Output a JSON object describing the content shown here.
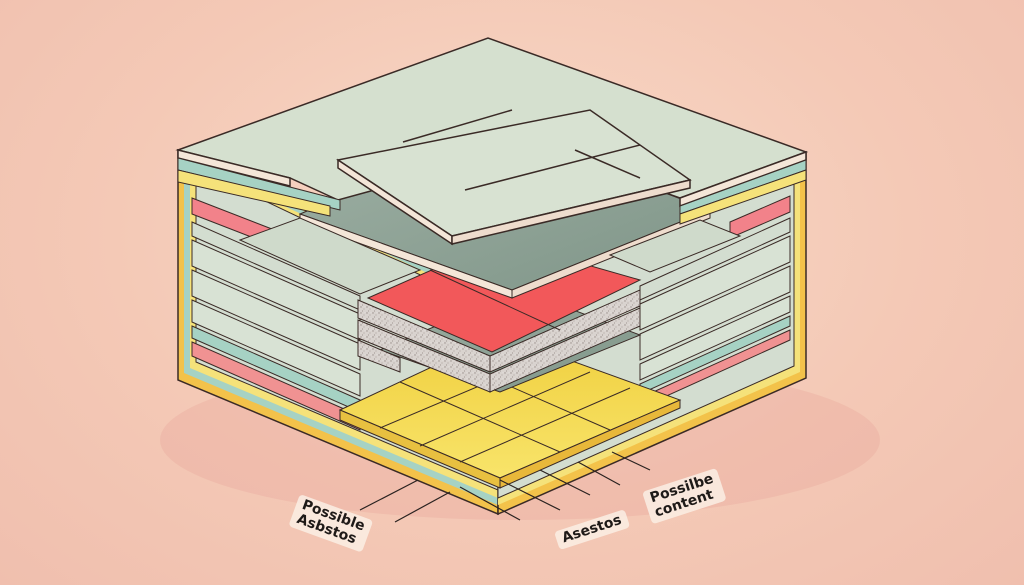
{
  "illustration": {
    "title": "Isometric cutaway of layered flooring / ceiling build-up",
    "colors": {
      "background": "#f5ccb8",
      "top_panel": "#d5e0cf",
      "panel_edge": "#f4e6d8",
      "outline": "#3a2a26",
      "mint_layer": "#a8d4c8",
      "yellow_layer": "#f5e27a",
      "red_layer": "#f2585a",
      "pink_layer": "#f09292",
      "grey_green_board": "#8fa396",
      "speckled_core": "#d6d0cc",
      "yellow_base": "#f7dc4e",
      "side_panel": "#d3ddd0"
    },
    "layers": [
      "Top board (pale green)",
      "Mint / yellow edge strips",
      "Pink/red flange",
      "Grey-green board",
      "Red layer",
      "Speckled core (possible asbestos)",
      "Yellow tile base"
    ]
  },
  "labels": {
    "left": {
      "line1": "Possible",
      "line2": "Asbstos"
    },
    "middle": {
      "text": "Asestos"
    },
    "right": {
      "line1": "Possilbe",
      "line2": "content"
    }
  }
}
